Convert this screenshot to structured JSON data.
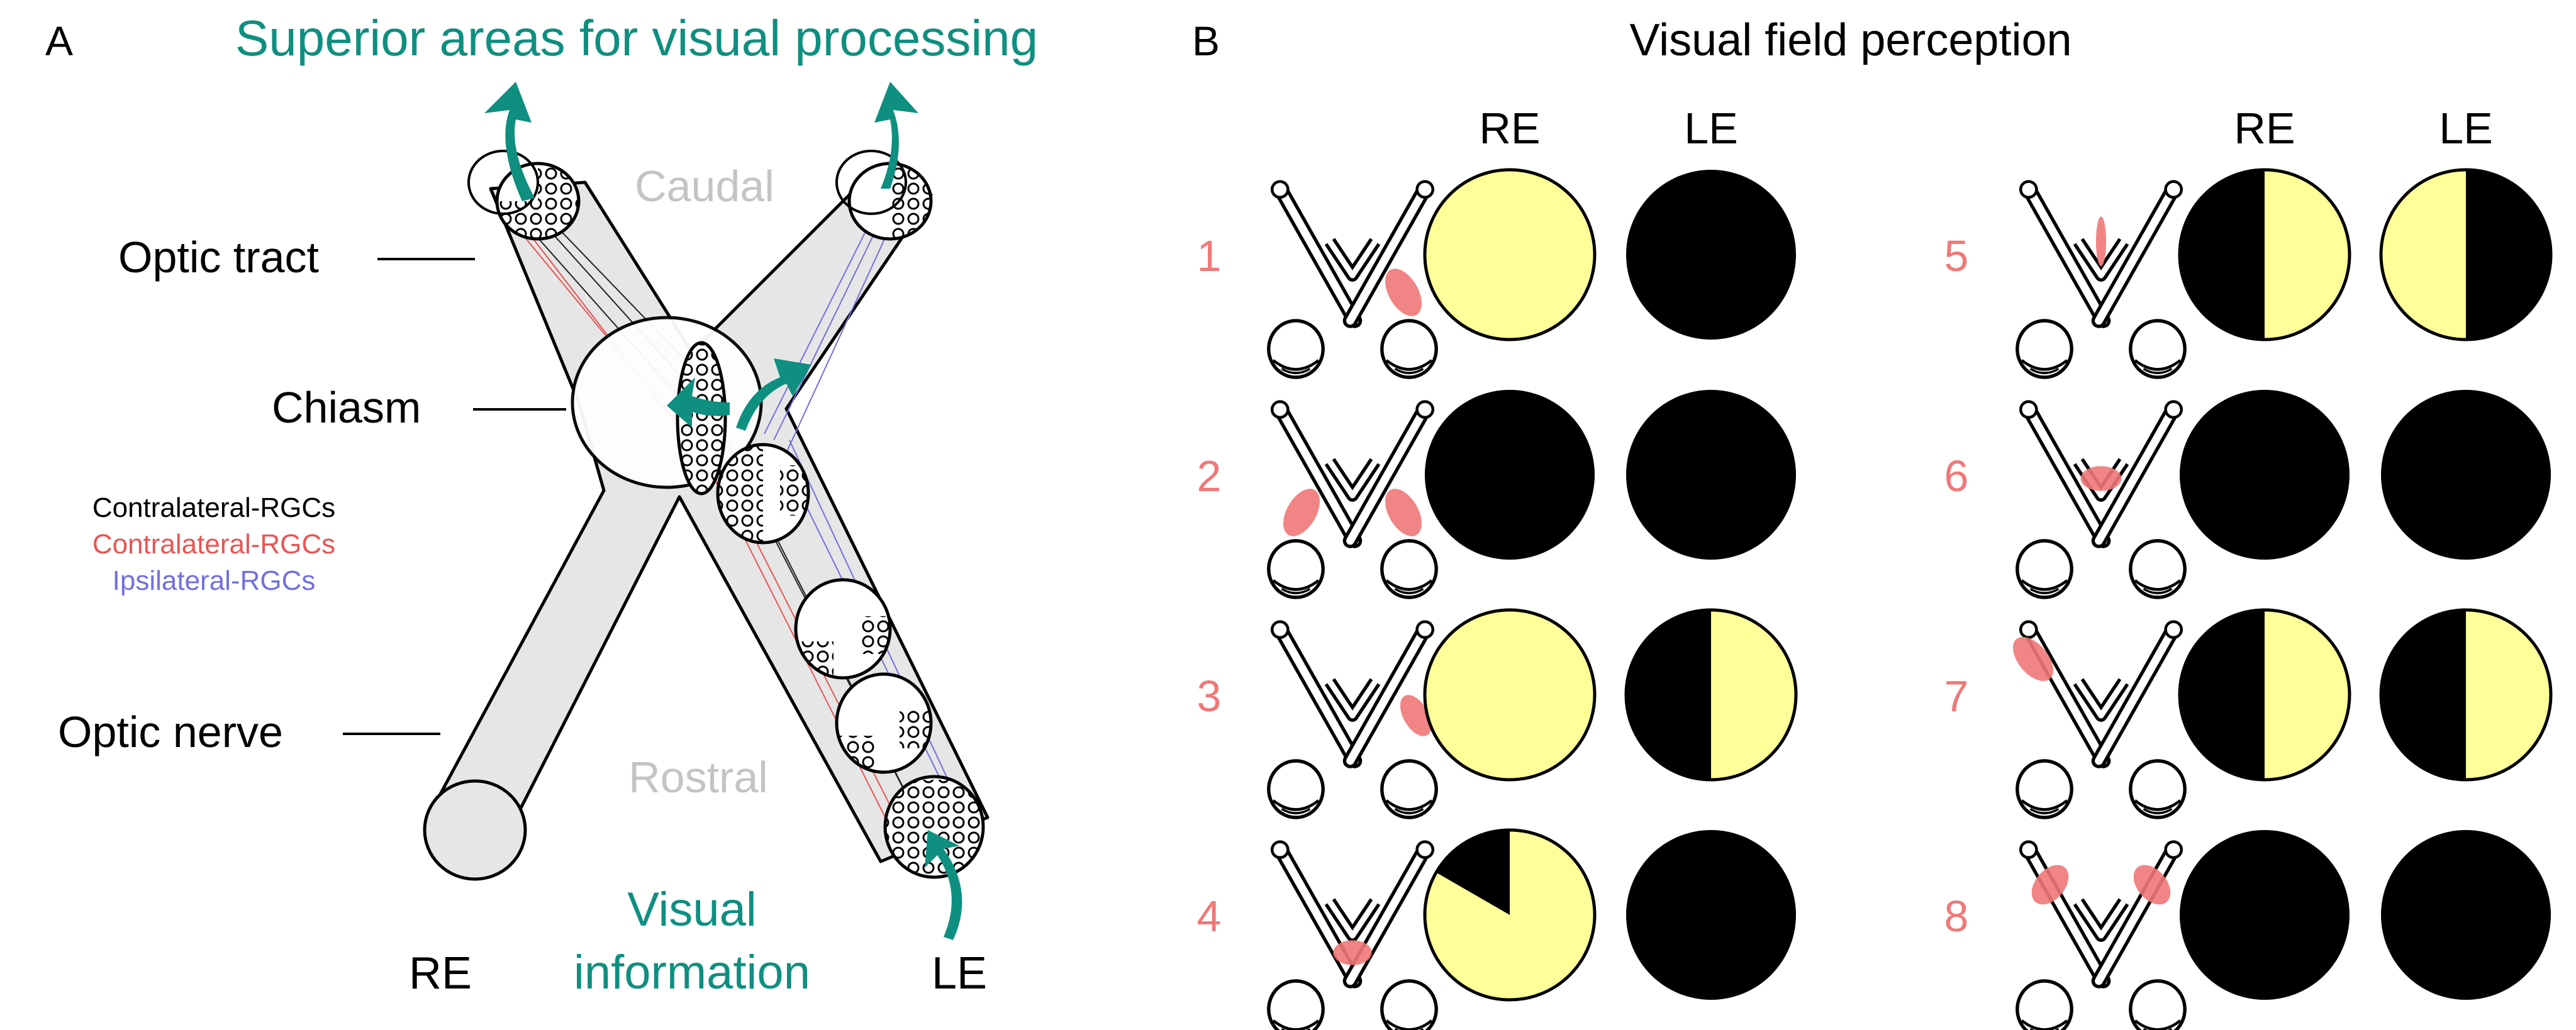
{
  "colors": {
    "teal": "#0e8f80",
    "lesion": "#f07878",
    "red_rgc": "#e85555",
    "blue_rgc": "#7070e0",
    "yellow": "#ffff99",
    "black": "#000000",
    "gray_fill": "#e6e6e6",
    "gray_label": "#c4c4c4"
  },
  "panel_a": {
    "letter": "A",
    "title": "Superior areas for visual processing",
    "label_optic_tract": "Optic tract",
    "label_chiasm": "Chiasm",
    "label_optic_nerve": "Optic nerve",
    "label_caudal": "Caudal",
    "label_rostral": "Rostral",
    "label_visual": "Visual",
    "label_information": "information",
    "label_re": "RE",
    "label_le": "LE",
    "legend": [
      "Contralateral-RGCs",
      "Contralateral-RGCs",
      "Ipsilateral-RGCs"
    ]
  },
  "panel_b": {
    "letter": "B",
    "title": "Visual field perception",
    "header_re": "RE",
    "header_le": "LE",
    "cases": [
      {
        "number": "1",
        "lesion": "right-nerve",
        "re": "full",
        "le": "black"
      },
      {
        "number": "2",
        "lesion": "both-nerves",
        "re": "black",
        "le": "black"
      },
      {
        "number": "3",
        "lesion": "right-nerve-partial",
        "re": "full",
        "le": "right-half"
      },
      {
        "number": "4",
        "lesion": "chiasm-partial",
        "re": "quadrant-loss",
        "le": "black"
      },
      {
        "number": "5",
        "lesion": "chiasm-midline",
        "re": "right-half",
        "le": "left-half"
      },
      {
        "number": "6",
        "lesion": "chiasm-center",
        "re": "black",
        "le": "black"
      },
      {
        "number": "7",
        "lesion": "left-tract",
        "re": "right-half",
        "le": "right-half"
      },
      {
        "number": "8",
        "lesion": "both-tracts",
        "re": "black",
        "le": "black"
      }
    ]
  }
}
